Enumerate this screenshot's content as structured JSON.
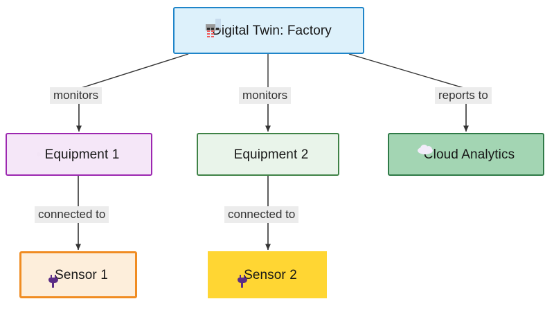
{
  "diagram": {
    "type": "flowchart",
    "title": "Digital Twin: Factory",
    "direction": "top-down",
    "background": "#ffffff",
    "nodes": [
      {
        "id": "root",
        "label": "Digital Twin: Factory",
        "icon": "factory-icon",
        "fill": "#ddf1fb",
        "stroke": "#1f85c9"
      },
      {
        "id": "equipment-1",
        "label": "Equipment 1",
        "icon": "gear-icon",
        "fill": "#f5e7f8",
        "stroke": "#9c27b0"
      },
      {
        "id": "equipment-2",
        "label": "Equipment 2",
        "icon": "gear-icon",
        "fill": "#e9f4ea",
        "stroke": "#3f8246"
      },
      {
        "id": "cloud-analytics",
        "label": "Cloud Analytics",
        "icon": "cloud-icon",
        "fill": "#a3d5b3",
        "stroke": "#2f7a47"
      },
      {
        "id": "sensor-1",
        "label": "Sensor 1",
        "icon": "plug-icon",
        "fill": "#fdeedb",
        "stroke": "#f08c22"
      },
      {
        "id": "sensor-2",
        "label": "Sensor 2",
        "icon": "plug-icon",
        "fill": "#ffd633",
        "stroke": "none"
      }
    ],
    "edges": [
      {
        "id": "root-equipment-1",
        "from": "root",
        "to": "equipment-1",
        "label": "monitors"
      },
      {
        "id": "root-equipment-2",
        "from": "root",
        "to": "equipment-2",
        "label": "monitors"
      },
      {
        "id": "root-cloud-analytics",
        "from": "root",
        "to": "cloud-analytics",
        "label": "reports to"
      },
      {
        "id": "equipment-1-sensor-1",
        "from": "equipment-1",
        "to": "sensor-1",
        "label": "connected to"
      },
      {
        "id": "equipment-2-sensor-2",
        "from": "equipment-2",
        "to": "sensor-2",
        "label": "connected to"
      }
    ],
    "edge_colors": {
      "line": "#333333",
      "label_background": "#ececec",
      "label_text": "#333333"
    }
  }
}
